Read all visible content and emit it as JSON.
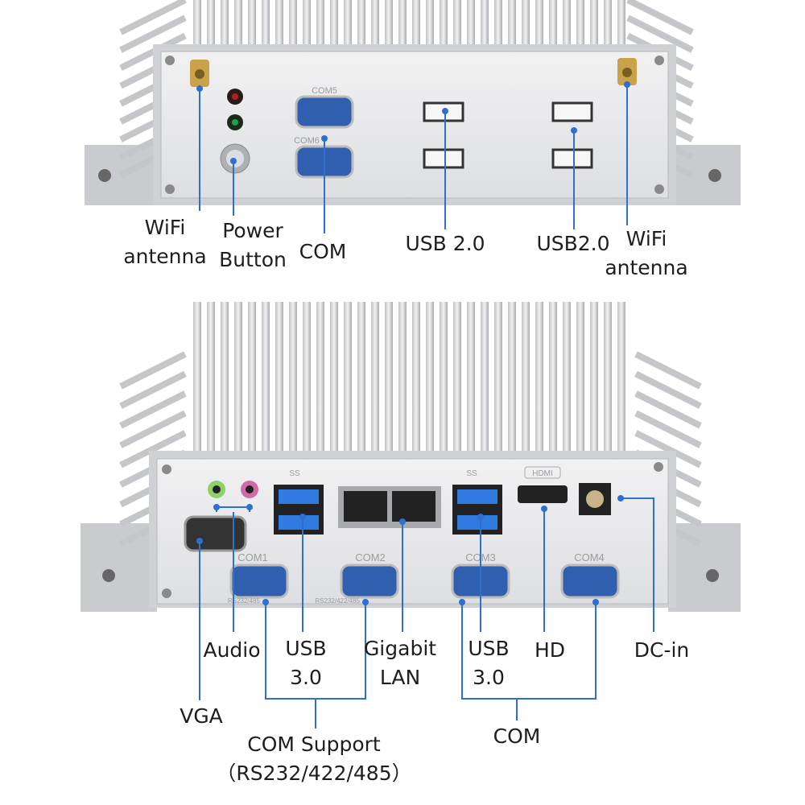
{
  "colors": {
    "leader_line": "#2f6fd0",
    "chassis": "#d9dadd",
    "panel": "#e9e9eb",
    "com_port": "#2f5fae",
    "usb3_blue": "#2f7be0"
  },
  "front_panel": {
    "printed": {
      "com_top": "COM5",
      "com_bottom": "COM6"
    },
    "labels": {
      "wifi_left": [
        "WiFi",
        "antenna"
      ],
      "power": [
        "Power",
        "Button"
      ],
      "com": "COM",
      "usb_left": "USB 2.0",
      "usb_right": "USB2.0",
      "wifi_right": [
        "WiFi",
        "antenna"
      ]
    }
  },
  "rear_panel": {
    "printed": {
      "com1": "COM1",
      "com2": "COM2",
      "com3": "COM3",
      "com4": "COM4",
      "com1_sub": "RS232/485",
      "com2_sub": "RS232/422/485",
      "hdmi": "HDMI",
      "usb3_logo": "SS"
    },
    "labels": {
      "audio": "Audio",
      "usb3_left": [
        "USB",
        "3.0"
      ],
      "lan": [
        "Gigabit",
        "LAN"
      ],
      "usb3_right": [
        "USB",
        "3.0"
      ],
      "hd": "HD",
      "dc_in": "DC-in",
      "vga": "VGA",
      "com_support": [
        "COM Support",
        "（RS232/422/485）"
      ],
      "com": "COM"
    }
  }
}
